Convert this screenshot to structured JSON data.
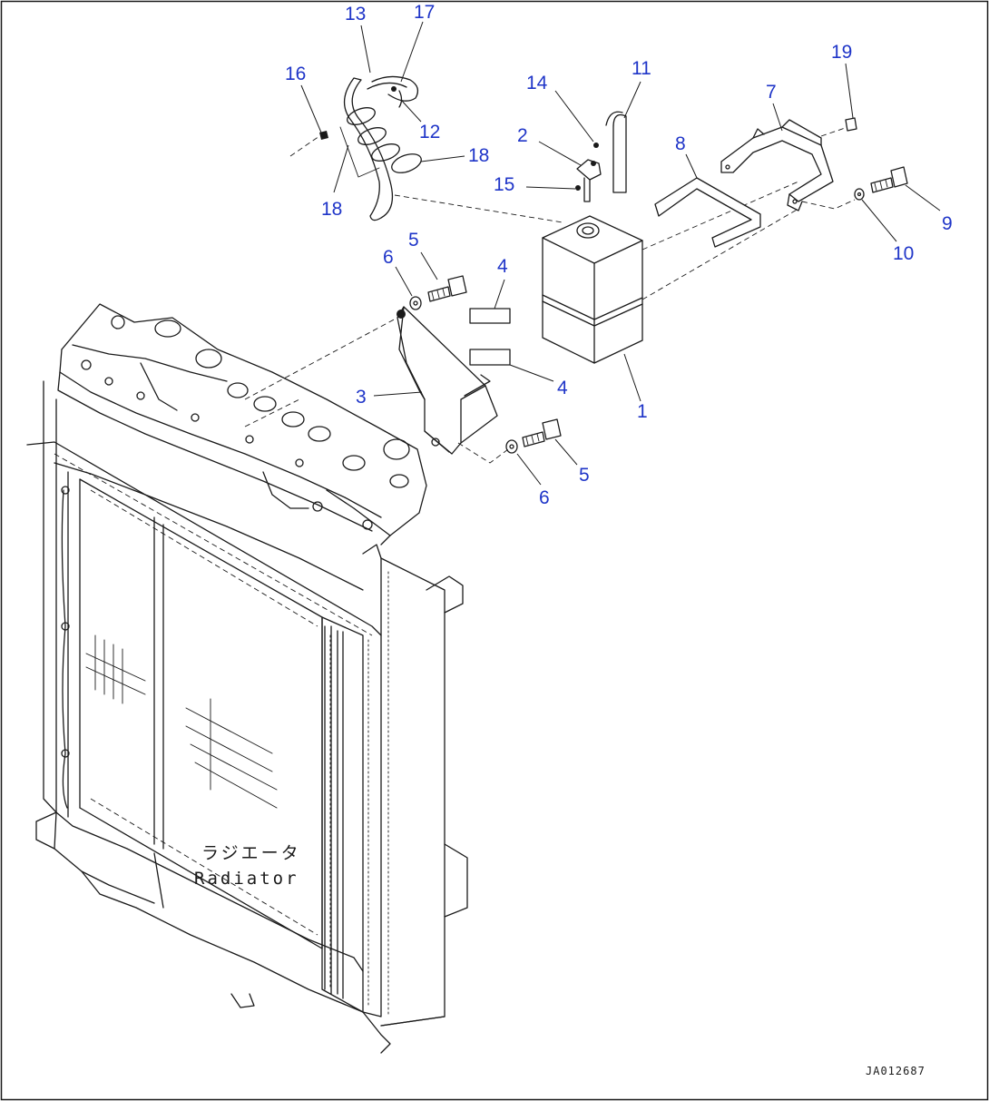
{
  "radiator_label": {
    "jp": "ラジエータ",
    "en": "Radiator"
  },
  "drawing_ref": "JA012687",
  "callouts": [
    {
      "text": "1"
    },
    {
      "text": "2"
    },
    {
      "text": "3"
    },
    {
      "text": "4"
    },
    {
      "text": "4"
    },
    {
      "text": "5"
    },
    {
      "text": "5"
    },
    {
      "text": "6"
    },
    {
      "text": "6"
    },
    {
      "text": "7"
    },
    {
      "text": "8"
    },
    {
      "text": "9"
    },
    {
      "text": "10"
    },
    {
      "text": "11"
    },
    {
      "text": "12"
    },
    {
      "text": "13"
    },
    {
      "text": "14"
    },
    {
      "text": "15"
    },
    {
      "text": "16"
    },
    {
      "text": "17"
    },
    {
      "text": "18"
    },
    {
      "text": "18"
    },
    {
      "text": "19"
    }
  ],
  "colors": {
    "callout": "#1f35c8",
    "line": "#1a1a1a",
    "background": "#ffffff"
  }
}
